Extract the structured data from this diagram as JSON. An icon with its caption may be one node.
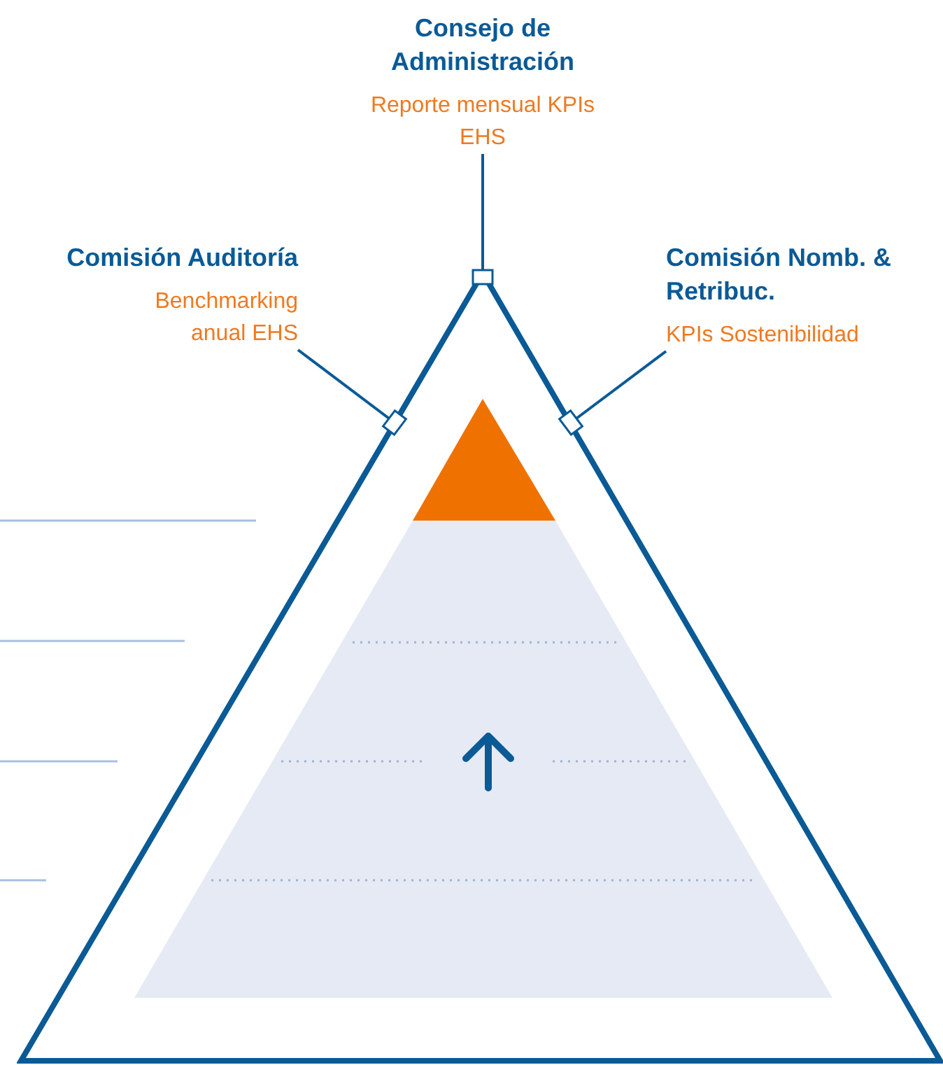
{
  "diagram": {
    "nodes": [
      {
        "text": [
          "Consejo de Administración",
          "Reporte mensual KPIs EHS"
        ]
      },
      {
        "text": [
          "Comisión Auditoría",
          "Benchmarking anual EHS"
        ]
      },
      {
        "text": [
          "Comisión Nomb. & Retribuc.",
          "KPIs Sostenibilidad"
        ]
      },
      {
        "text": [],
        "shape": "triangle"
      }
    ],
    "edges": [
      {
        "from": 0,
        "to": 3,
        "arrow": "other"
      },
      {
        "from": 1,
        "to": 3,
        "arrow": "other"
      },
      {
        "from": 2,
        "to": 3,
        "arrow": "other"
      }
    ]
  }
}
